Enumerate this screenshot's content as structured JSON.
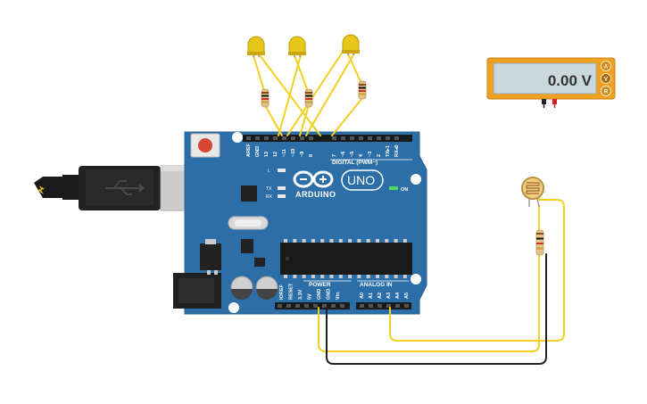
{
  "board": {
    "header_top_labels": [
      "AREF",
      "GND",
      "13",
      "12",
      "~11",
      "~10",
      "~9",
      "8",
      "7",
      "~6",
      "~5",
      "4",
      "~3",
      "2",
      "TX▸1",
      "RX◂0"
    ],
    "digital_label": "DIGITAL (PWM~)",
    "led_labels": [
      "L",
      "TX",
      "RX"
    ],
    "brand": "ARDUINO",
    "model": "UNO",
    "on_label": "ON",
    "power_label": "POWER",
    "analog_label": "ANALOG IN",
    "power_pins": [
      "IOREF",
      "RESET",
      "3.3V",
      "5V",
      "GND",
      "GND",
      "Vin"
    ],
    "analog_pins": [
      "A0",
      "A1",
      "A2",
      "A3",
      "A4",
      "A5"
    ]
  },
  "multimeter": {
    "reading": "0.00 V",
    "modes": [
      "A",
      "V",
      "R"
    ],
    "selected_mode": "V"
  },
  "colors": {
    "board_blue": "#2c6fa8",
    "wire_yellow": "#f2d022",
    "wire_black": "#222222",
    "led_yellow": "#e6c619",
    "multimeter_orange": "#f0a020",
    "display_bg": "#c9d8dc"
  }
}
